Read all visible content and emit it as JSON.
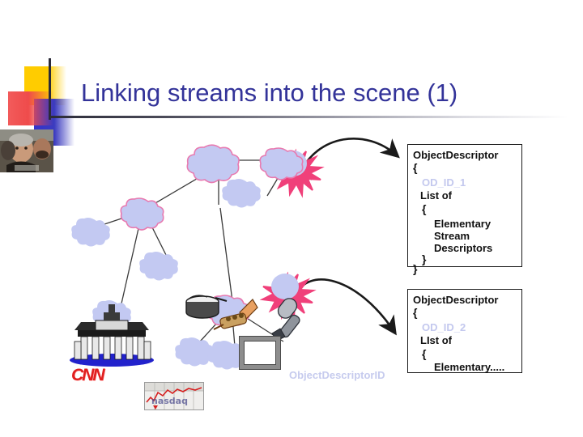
{
  "slide": {
    "title": "Linking streams into the scene (1)",
    "title_color": "#333399",
    "background": "#ffffff"
  },
  "decoration": {
    "yellow_color": "#ffcc00",
    "red_color": "#ef4b4b",
    "blue_color": "#3333cc",
    "rule_color": "#2b2b38"
  },
  "diagram": {
    "middle_label": "ObjectDescriptorID",
    "middle_label_color": "#c6cbee",
    "node_fill": "#c3c9f2",
    "node_outline": "#e87ab0",
    "star_outline": "#f0407a",
    "edge_color": "#333333",
    "arrow_color": "#1a1a1a",
    "clipart": [
      {
        "name": "cnn-logo",
        "label": "CNN"
      },
      {
        "name": "nasdaq-chart",
        "label": "nasdaq"
      },
      {
        "name": "brandenburg-gate",
        "label": ""
      },
      {
        "name": "picture-frame",
        "label": ""
      },
      {
        "name": "drum",
        "label": ""
      },
      {
        "name": "trumpet",
        "label": ""
      },
      {
        "name": "microphone",
        "label": ""
      },
      {
        "name": "face-photo",
        "label": ""
      }
    ]
  },
  "descriptor_top": {
    "header": "ObjectDescriptor",
    "open_brace": "{",
    "od_id": "OD_ID_1",
    "list_of": "List of",
    "inner_open": "{",
    "items": [
      "Elementary",
      "Stream",
      "Descriptors"
    ],
    "inner_close": "}",
    "close_brace": "}"
  },
  "descriptor_bottom": {
    "header": "ObjectDescriptor",
    "open_brace": "{",
    "od_id": "OD_ID_2",
    "list_of": "LIst of",
    "inner_open": "{",
    "items": [
      "Elementary....."
    ]
  }
}
